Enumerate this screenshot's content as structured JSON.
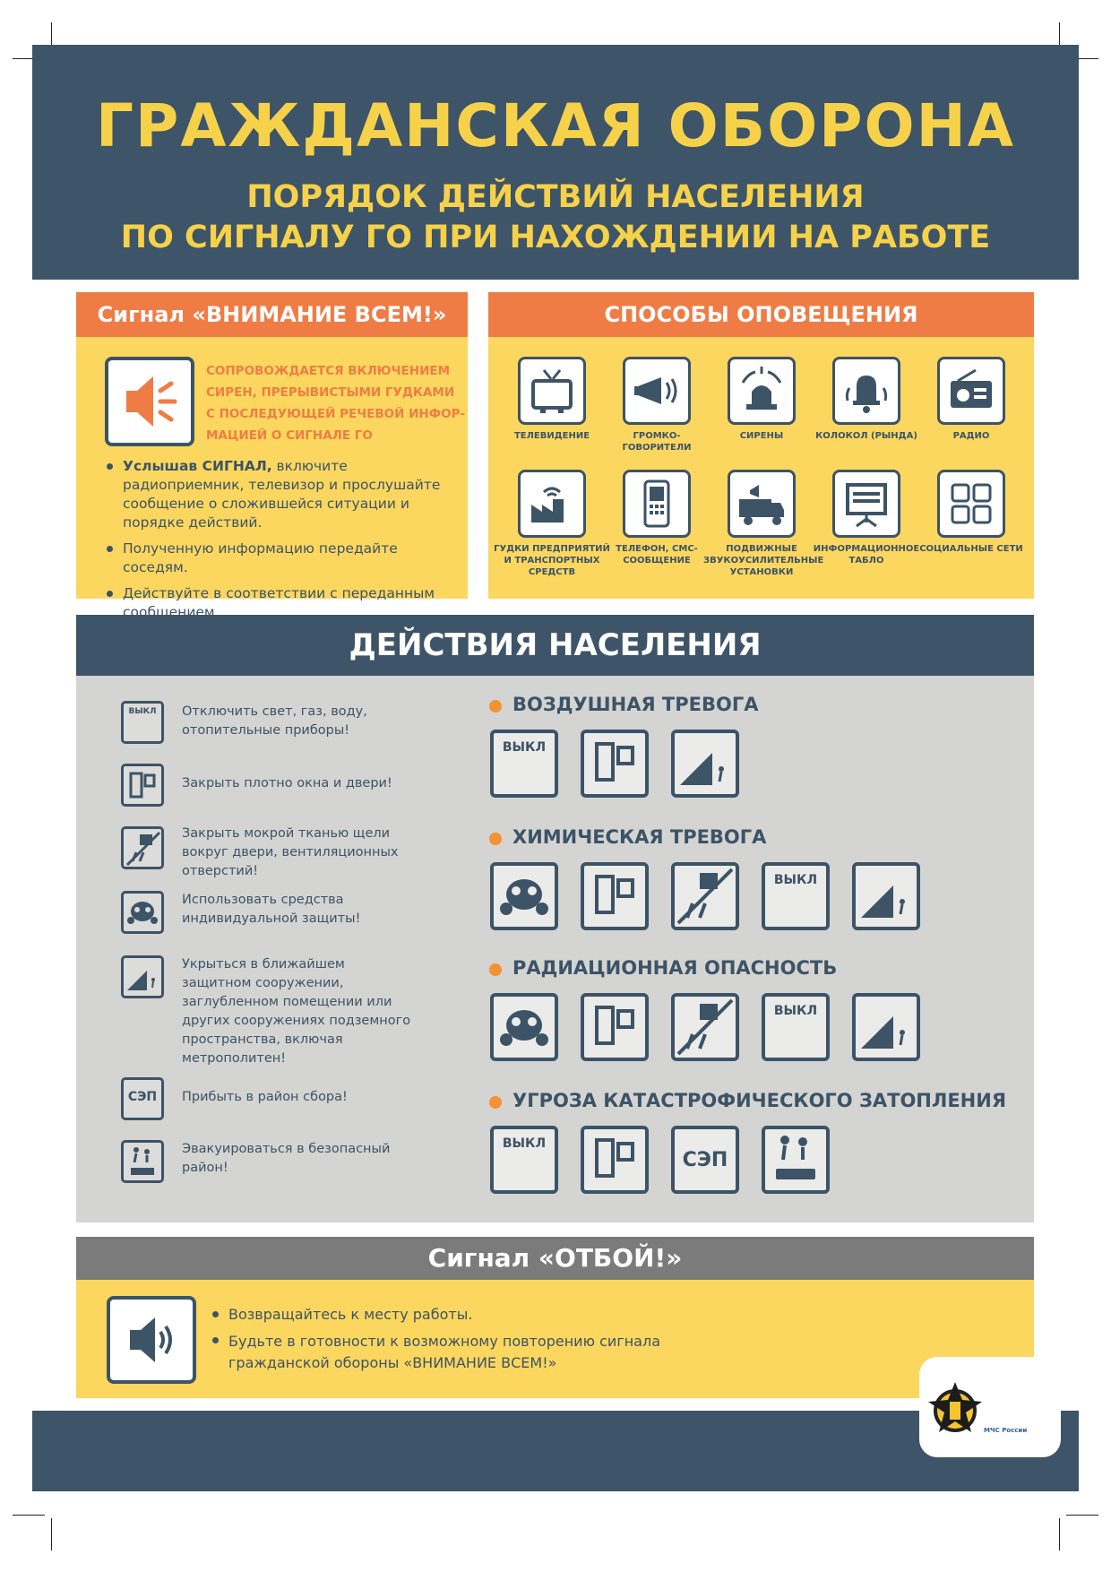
{
  "header": {
    "title": "ГРАЖДАНСКАЯ ОБОРОНА",
    "subtitle_line1": "ПОРЯДОК ДЕЙСТВИЙ НАСЕЛЕНИЯ",
    "subtitle_line2": "ПО СИГНАЛУ ГО ПРИ НАХОЖДЕНИИ НА РАБОТЕ"
  },
  "attention": {
    "title": "Сигнал «ВНИМАНИЕ ВСЕМ!»",
    "description_lines": [
      "СОПРОВОЖДАЕТСЯ ВКЛЮЧЕНИЕМ",
      "СИРЕН, ПРЕРЫВИСТЫМИ ГУДКАМИ",
      "С ПОСЛЕДУЮЩЕЙ РЕЧЕВОЙ ИНФОР-",
      "МАЦИЕЙ О СИГНАЛЕ ГО"
    ],
    "bullets": [
      {
        "bold": "Услышав СИГНАЛ,",
        "text": " включите радиоприемник, телевизор и прослушайте сообщение о сложившейся ситуации и порядке действий."
      },
      {
        "bold": "",
        "text": "Полученную информацию передайте соседям."
      },
      {
        "bold": "",
        "text": "Действуйте в соответствии с переданным сообщением."
      }
    ]
  },
  "notification": {
    "title": "СПОСОБЫ ОПОВЕЩЕНИЯ",
    "methods": [
      {
        "icon": "tv-icon",
        "label": "ТЕЛЕВИДЕНИЕ"
      },
      {
        "icon": "loudspeaker-icon",
        "label": "ГРОМКО-ГОВОРИТЕЛИ"
      },
      {
        "icon": "siren-icon",
        "label": "СИРЕНЫ"
      },
      {
        "icon": "bell-icon",
        "label": "КОЛОКОЛ (РЫНДА)"
      },
      {
        "icon": "radio-icon",
        "label": "РАДИО"
      },
      {
        "icon": "factory-horn-icon",
        "label": "ГУДКИ ПРЕДПРИЯТИЙ И ТРАНСПОРТНЫХ СРЕДСТВ"
      },
      {
        "icon": "phone-icon",
        "label": "ТЕЛЕФОН, СМС-СООБЩЕНИЕ"
      },
      {
        "icon": "mobile-unit-icon",
        "label": "ПОДВИЖНЫЕ ЗВУКОУСИЛИТЕЛЬНЫЕ УСТАНОВКИ"
      },
      {
        "icon": "info-board-icon",
        "label": "ИНФОРМАЦИОННОЕ ТАБЛО"
      },
      {
        "icon": "social-icon",
        "label": "СОЦИАЛЬНЫЕ СЕТИ"
      }
    ]
  },
  "actions": {
    "title": "ДЕЙСТВИЯ НАСЕЛЕНИЯ",
    "legend": [
      {
        "icon": "switch-off-icon",
        "text": "Отключить свет, газ, воду, отопительные приборы!"
      },
      {
        "icon": "close-doors-icon",
        "text": "Закрыть плотно окна и двери!"
      },
      {
        "icon": "seal-gaps-icon",
        "text": "Закрыть мокрой тканью щели вокруг двери, вентиляционных отверстий!"
      },
      {
        "icon": "gas-mask-icon",
        "text": "Использовать средства индивидуальной защиты!"
      },
      {
        "icon": "shelter-icon",
        "text": "Укрыться в ближайшем защитном сооружении, заглубленном помещении или других сооружениях подземного пространства, включая метрополитен!"
      },
      {
        "icon": "sep-icon",
        "text": "Прибыть в район сбора!"
      },
      {
        "icon": "evacuate-icon",
        "text": "Эвакуироваться в безопасный район!"
      }
    ],
    "vykl_label": "ВЫКЛ",
    "sep_label": "СЭП",
    "categories": [
      {
        "name": "ВОЗДУШНАЯ ТРЕВОГА",
        "icons": [
          "switch-off-icon",
          "close-doors-icon",
          "shelter-icon"
        ]
      },
      {
        "name": "ХИМИЧЕСКАЯ ТРЕВОГА",
        "icons": [
          "gas-mask-icon",
          "close-doors-icon",
          "seal-gaps-icon",
          "switch-off-icon",
          "shelter-icon"
        ]
      },
      {
        "name": "РАДИАЦИОННАЯ ОПАСНОСТЬ",
        "icons": [
          "gas-mask-icon",
          "close-doors-icon",
          "seal-gaps-icon",
          "switch-off-icon",
          "shelter-icon"
        ]
      },
      {
        "name": "УГРОЗА КАТАСТРОФИЧЕСКОГО ЗАТОПЛЕНИЯ",
        "icons": [
          "switch-off-icon",
          "close-doors-icon",
          "sep-icon",
          "evacuate-icon"
        ]
      }
    ]
  },
  "otboi": {
    "title": "Сигнал «ОТБОЙ!»",
    "bullets": [
      "Возвращайтесь к месту работы.",
      "Будьте в готовности к возможному повторению сигнала гражданской обороны «ВНИМАНИЕ ВСЕМ!»"
    ]
  },
  "footer": {
    "logo_text": "МЧС России"
  },
  "colors": {
    "navy": "#3e5468",
    "yellow": "#fbd75f",
    "orange": "#f07c45",
    "gray": "#d4d4d2",
    "title_yellow": "#f6d24a",
    "bullet_orange": "#f49234"
  }
}
